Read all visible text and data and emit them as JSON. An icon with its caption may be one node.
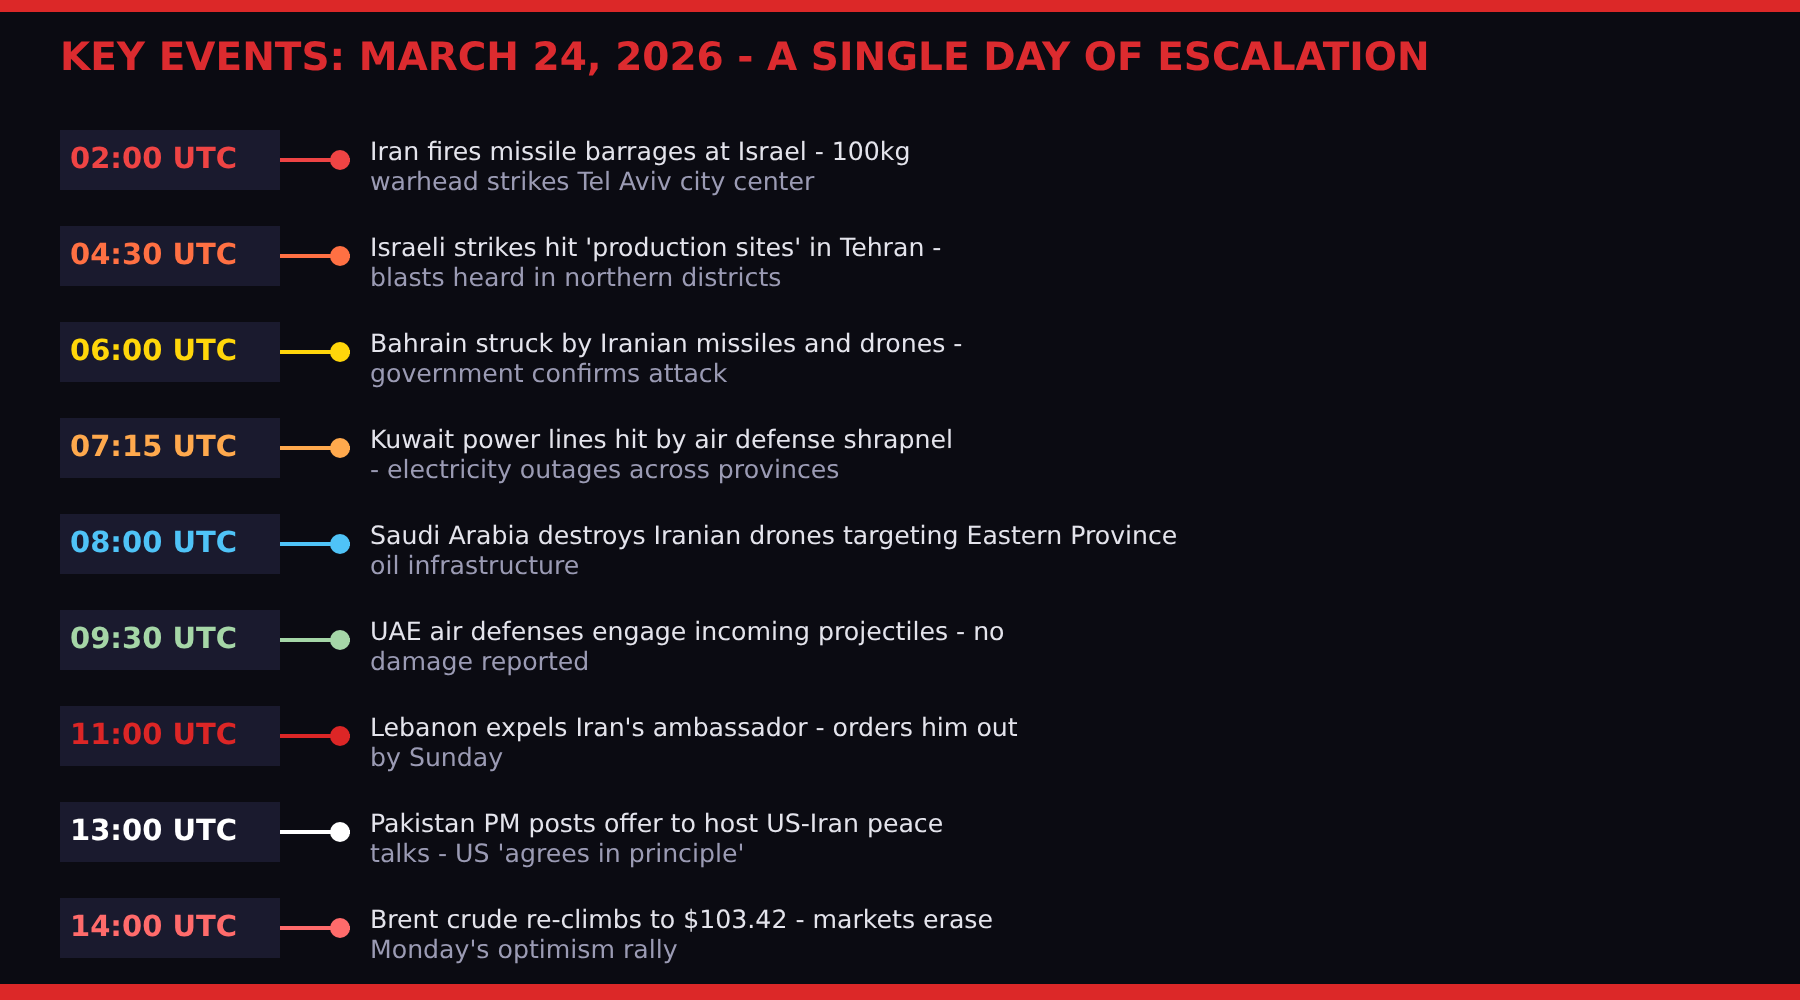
{
  "diagram": {
    "title": "KEY EVENTS: MARCH 24, 2026 - A SINGLE DAY OF ESCALATION",
    "nodes": [
      {
        "text": [
          "02:00 UTC"
        ]
      },
      {
        "text": [
          "Iran fires missile barrages at Israel - 100kg",
          "warhead strikes Tel Aviv city center"
        ]
      },
      {
        "text": [
          "04:30 UTC"
        ]
      },
      {
        "text": [
          "Israeli strikes hit 'production sites' in Tehran -",
          "blasts heard in northern districts"
        ]
      },
      {
        "text": [
          "06:00 UTC"
        ]
      },
      {
        "text": [
          "Bahrain struck by Iranian missiles and drones -",
          "government confirms attack"
        ]
      },
      {
        "text": [
          "07:15 UTC"
        ]
      },
      {
        "text": [
          "Kuwait power lines hit by air defense shrapnel",
          "- electricity outages across provinces"
        ]
      },
      {
        "text": [
          "08:00 UTC"
        ]
      },
      {
        "text": [
          "Saudi Arabia destroys Iranian drones targeting Eastern Province",
          "oil infrastructure"
        ]
      },
      {
        "text": [
          "09:30 UTC"
        ]
      },
      {
        "text": [
          "UAE air defenses engage incoming projectiles - no",
          "damage reported"
        ]
      },
      {
        "text": [
          "11:00 UTC"
        ]
      },
      {
        "text": [
          "Lebanon expels Iran's ambassador - orders him out",
          "by Sunday"
        ]
      },
      {
        "text": [
          "13:00 UTC"
        ]
      },
      {
        "text": [
          "Pakistan PM posts offer to host US-Iran peace",
          "talks - US 'agrees in principle'"
        ]
      },
      {
        "text": [
          "14:00 UTC"
        ]
      },
      {
        "text": [
          "Brent crude re-climbs to $103.42 - markets erase",
          "Monday's optimism rally"
        ]
      }
    ],
    "edges": [
      {
        "from": 0,
        "to": 1,
        "arrow": "other",
        "color": "#ef4444"
      },
      {
        "from": 2,
        "to": 3,
        "arrow": "other",
        "color": "#ff7043"
      },
      {
        "from": 4,
        "to": 5,
        "arrow": "other",
        "color": "#ffd60a"
      },
      {
        "from": 6,
        "to": 7,
        "arrow": "other",
        "color": "#ffa94d"
      },
      {
        "from": 8,
        "to": 9,
        "arrow": "other",
        "color": "#4fc3f7"
      },
      {
        "from": 10,
        "to": 11,
        "arrow": "other",
        "color": "#a5d6a7"
      },
      {
        "from": 12,
        "to": 13,
        "arrow": "other",
        "color": "#dc2626"
      },
      {
        "from": 14,
        "to": 15,
        "arrow": "other",
        "color": "#ffffff"
      },
      {
        "from": 16,
        "to": 17,
        "arrow": "other",
        "color": "#ff6b6b"
      }
    ]
  }
}
